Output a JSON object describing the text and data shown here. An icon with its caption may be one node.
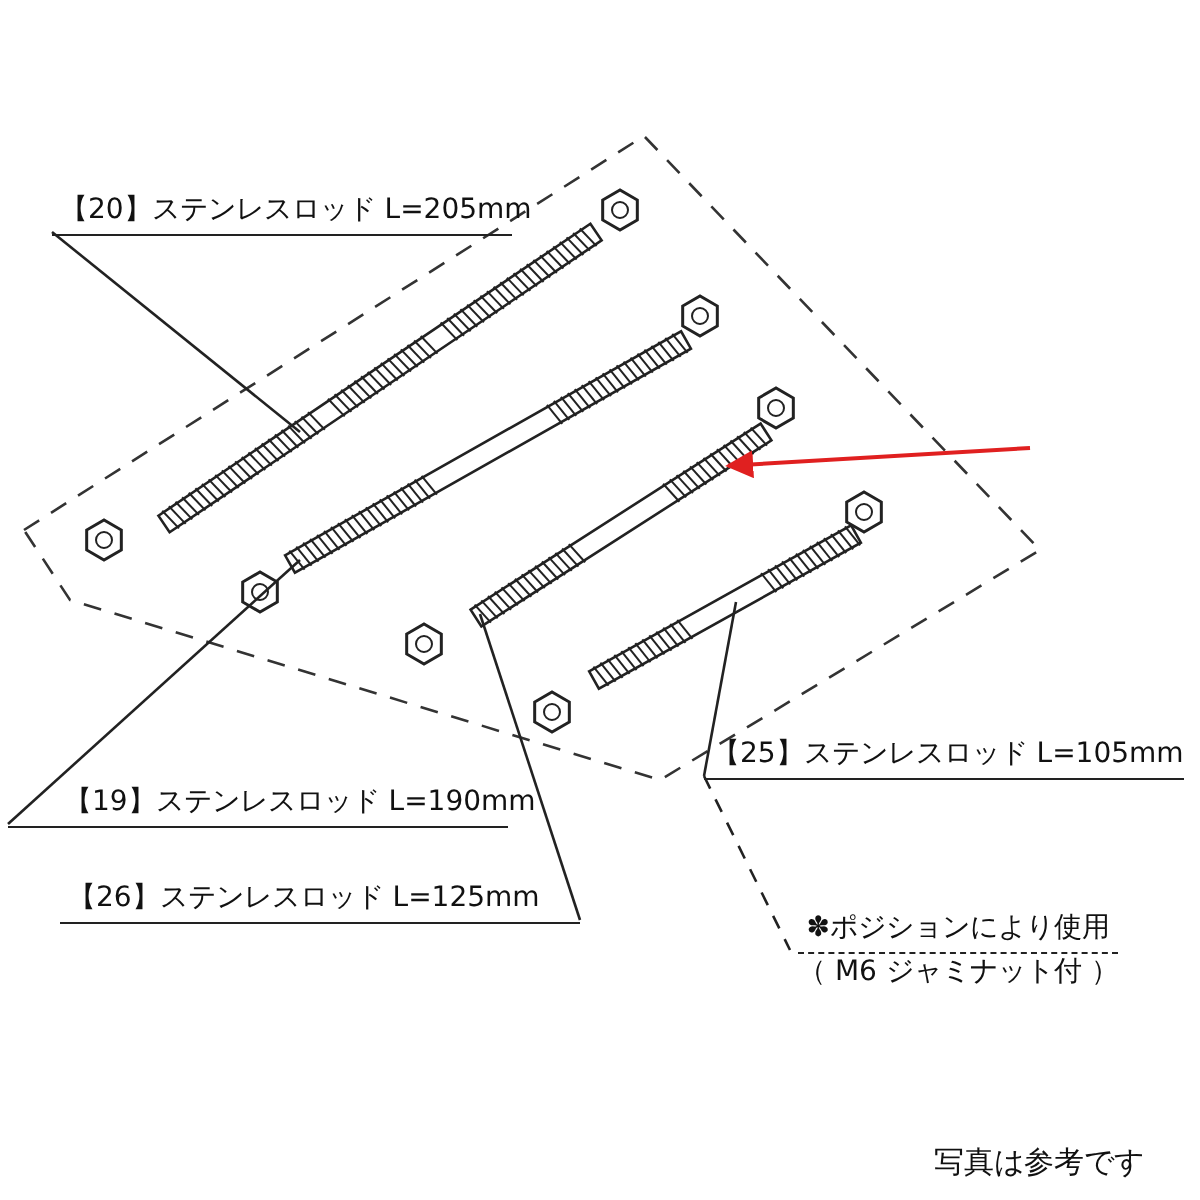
{
  "diagram": {
    "nodes": [
      {
        "text": [
          "【20】ステンレスロッド L=205mm"
        ]
      },
      {
        "text": [
          "【19】ステンレスロッド L=190mm"
        ]
      },
      {
        "text": [
          "【26】ステンレスロッド L=125mm"
        ]
      },
      {
        "text": [
          "【25】ステンレスロッド L=105mm"
        ]
      },
      {
        "text": [
          "✽ポジションにより使用",
          "（ M6 ジャミナット付 ）"
        ]
      },
      {
        "text": [],
        "shape": "bar"
      },
      {
        "text": [],
        "shape": "bar"
      },
      {
        "text": [],
        "shape": "bar"
      },
      {
        "text": [],
        "shape": "bar"
      }
    ],
    "edges": [
      {
        "from": 0,
        "to": 5,
        "arrow": "none"
      },
      {
        "from": 1,
        "to": 6,
        "arrow": "none"
      },
      {
        "from": 2,
        "to": 7,
        "arrow": "none"
      },
      {
        "from": 3,
        "to": 8,
        "arrow": "none"
      },
      {
        "from": 3,
        "to": 4,
        "arrow": "none",
        "style": "dashed"
      },
      {
        "from": null,
        "to": 7,
        "arrow": "to",
        "color": "#e02020"
      }
    ],
    "labels": [
      "写真は参考です"
    ]
  }
}
